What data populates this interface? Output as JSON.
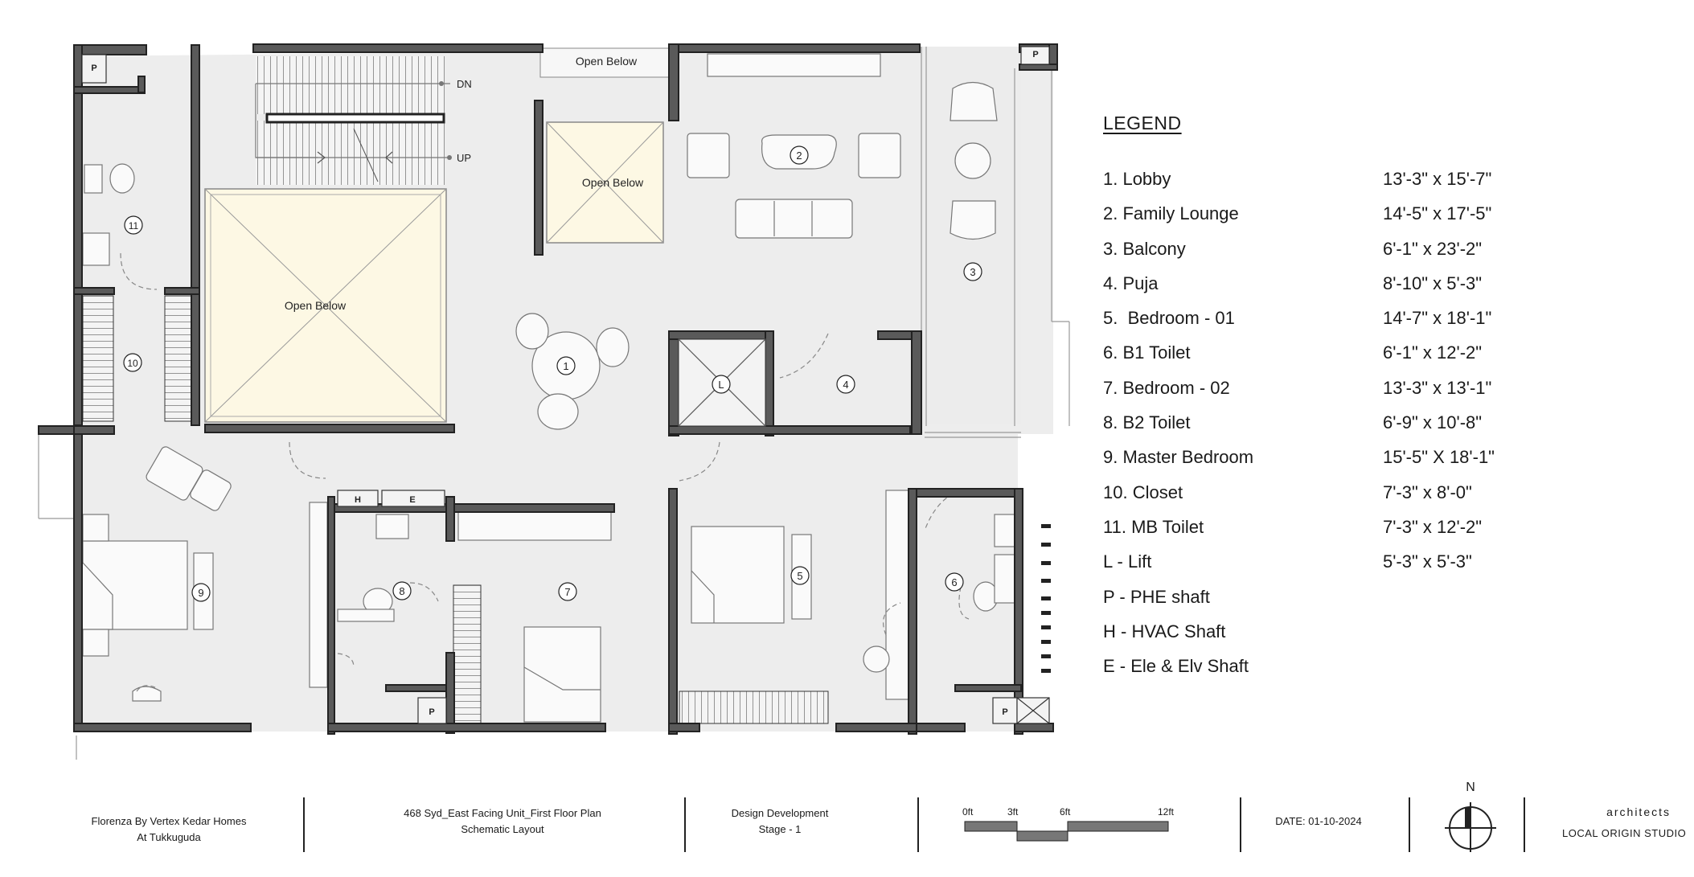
{
  "plan": {
    "labels": {
      "open_below_top": "Open Below",
      "open_below_stair_void": "Open Below",
      "open_below_small": "Open Below",
      "stair_dn": "DN",
      "stair_up": "UP",
      "phe_shaft_tag": "P",
      "hvac_tag": "H",
      "elec_tag": "E",
      "lift_tag": "L"
    },
    "room_numbers": [
      "1",
      "2",
      "3",
      "4",
      "5",
      "6",
      "7",
      "8",
      "9",
      "10",
      "11"
    ]
  },
  "legend": {
    "title": "LEGEND",
    "items": [
      {
        "label": "1. Lobby",
        "dim": "13'-3\" x 15'-7\""
      },
      {
        "label": "2. Family Lounge",
        "dim": "14'-5\" x 17'-5\""
      },
      {
        "label": "3. Balcony",
        "dim": "6'-1\" x 23'-2\""
      },
      {
        "label": "4. Puja",
        "dim": "8'-10\" x 5'-3\""
      },
      {
        "label": "5.  Bedroom - 01",
        "dim": "14'-7\" x 18'-1\""
      },
      {
        "label": "6. B1 Toilet",
        "dim": "6'-1\" x 12'-2\""
      },
      {
        "label": "7. Bedroom - 02",
        "dim": "13'-3\" x 13'-1\""
      },
      {
        "label": "8. B2 Toilet",
        "dim": "6'-9\" x 10'-8\""
      },
      {
        "label": "9. Master Bedroom",
        "dim": "15'-5\" X 18'-1\""
      },
      {
        "label": "10. Closet",
        "dim": "7'-3\" x 8'-0\""
      },
      {
        "label": "11. MB Toilet",
        "dim": "7'-3\" x 12'-2\""
      },
      {
        "label": "L - Lift",
        "dim": "5'-3\" x 5'-3\""
      },
      {
        "label": "P - PHE shaft",
        "dim": ""
      },
      {
        "label": "H - HVAC Shaft",
        "dim": ""
      },
      {
        "label": "E - Ele & Elv Shaft",
        "dim": ""
      }
    ]
  },
  "title_block": {
    "project_line1": "Florenza By Vertex Kedar Homes",
    "project_line2": "At Tukkuguda",
    "drawing_line1": "468 Syd_East Facing Unit_First Floor Plan",
    "drawing_line2": "Schematic Layout",
    "stage_line1": "Design Development",
    "stage_line2": "Stage - 1",
    "scale_labels": [
      "0ft",
      "3ft",
      "6ft",
      "12ft"
    ],
    "date": "DATE: 01-10-2024",
    "north": "N",
    "firm_small": "architects",
    "firm_name": "LOCAL ORIGIN STUDIO"
  }
}
